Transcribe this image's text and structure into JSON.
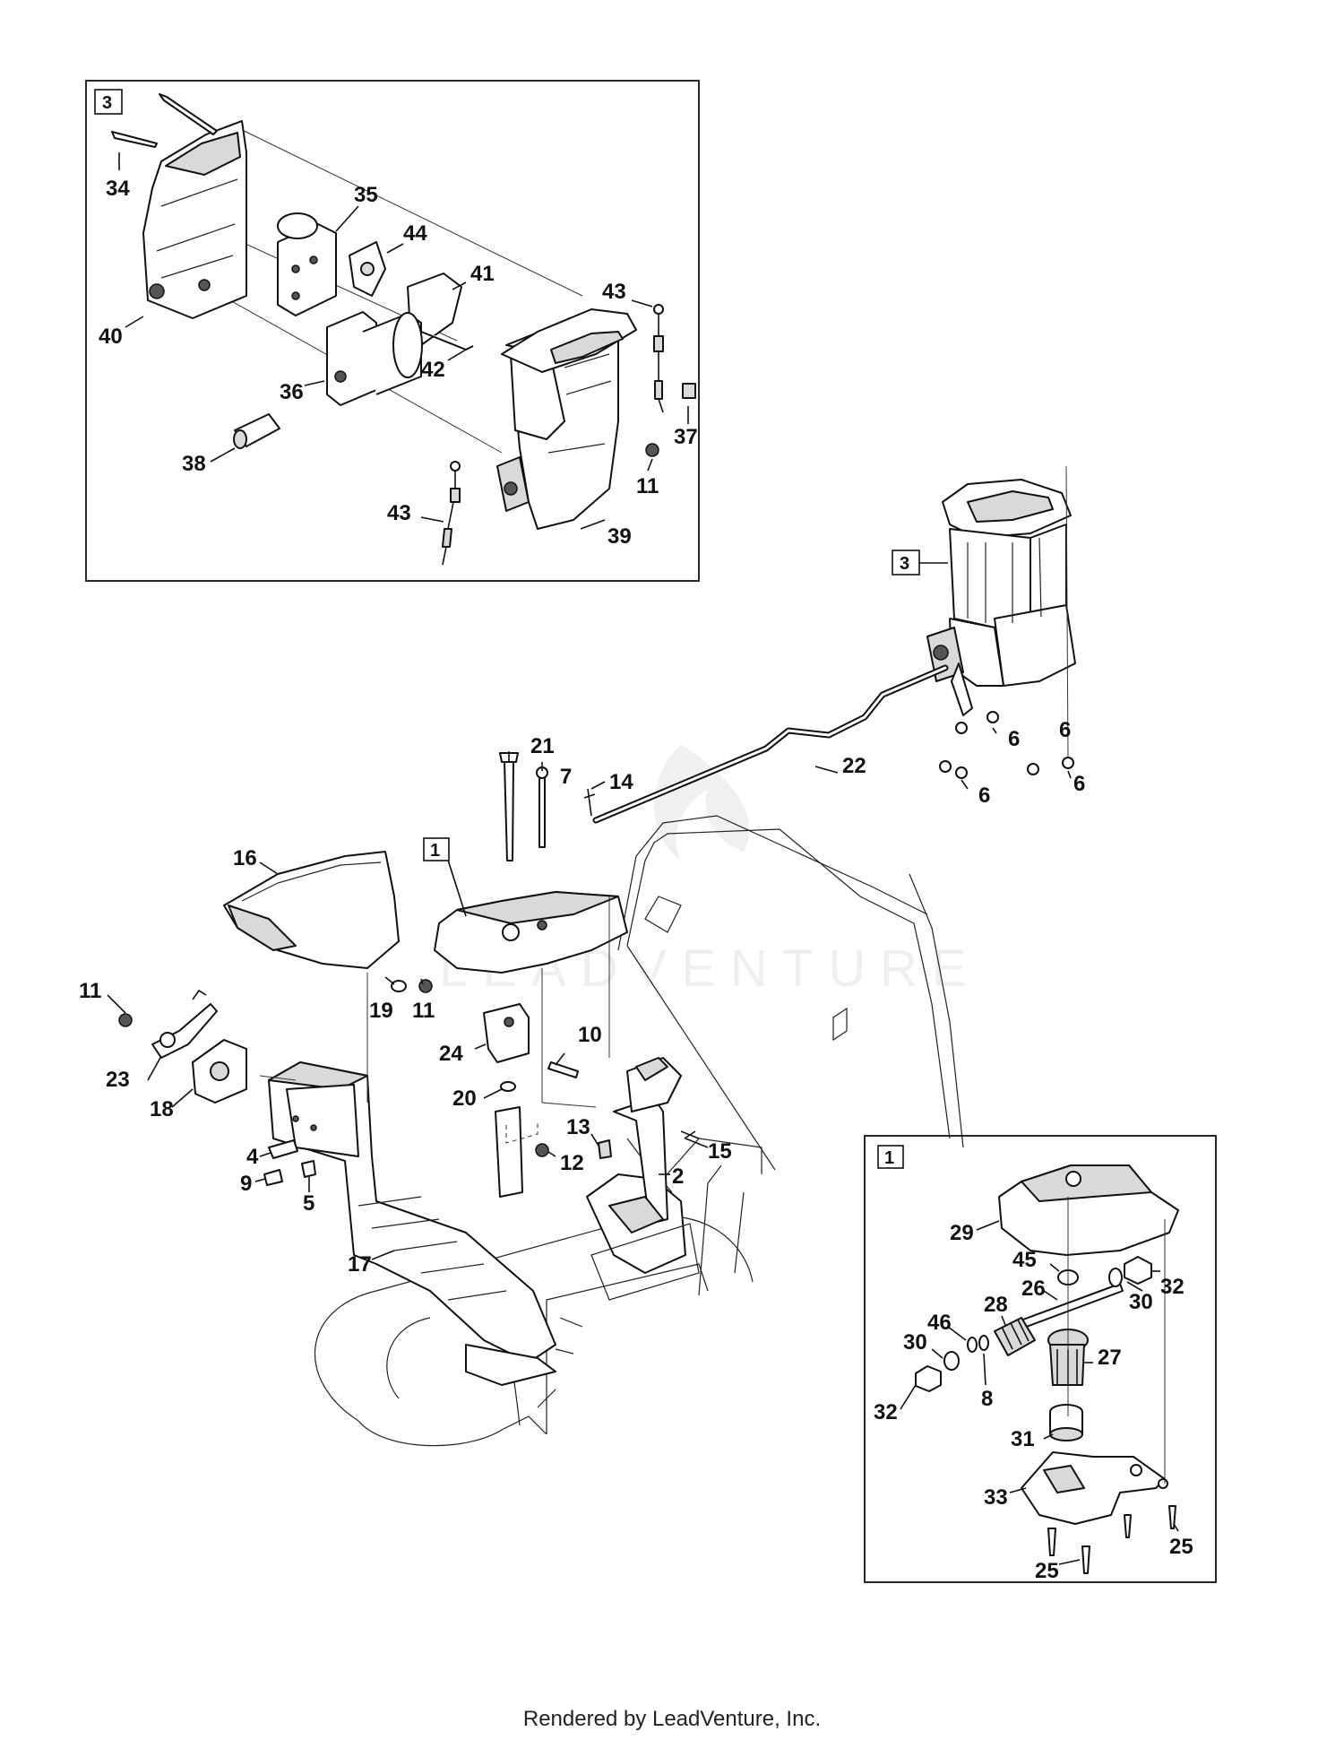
{
  "footer": "Rendered by LeadVenture, Inc.",
  "watermark": "LEADVENTURE",
  "inset_boxes": [
    {
      "label": "3"
    },
    {
      "label": "1"
    }
  ],
  "assembly_tags": [
    {
      "label": "3"
    },
    {
      "label": "1"
    }
  ],
  "callouts": [
    "34",
    "35",
    "44",
    "41",
    "43",
    "40",
    "42",
    "36",
    "37",
    "38",
    "11",
    "43",
    "39",
    "21",
    "7",
    "14",
    "22",
    "6",
    "6",
    "6",
    "6",
    "16",
    "1",
    "11",
    "19",
    "11",
    "24",
    "10",
    "23",
    "18",
    "20",
    "13",
    "15",
    "4",
    "12",
    "9",
    "5",
    "2",
    "17",
    "29",
    "45",
    "32",
    "26",
    "30",
    "46",
    "28",
    "30",
    "27",
    "8",
    "32",
    "31",
    "33",
    "25",
    "25"
  ]
}
